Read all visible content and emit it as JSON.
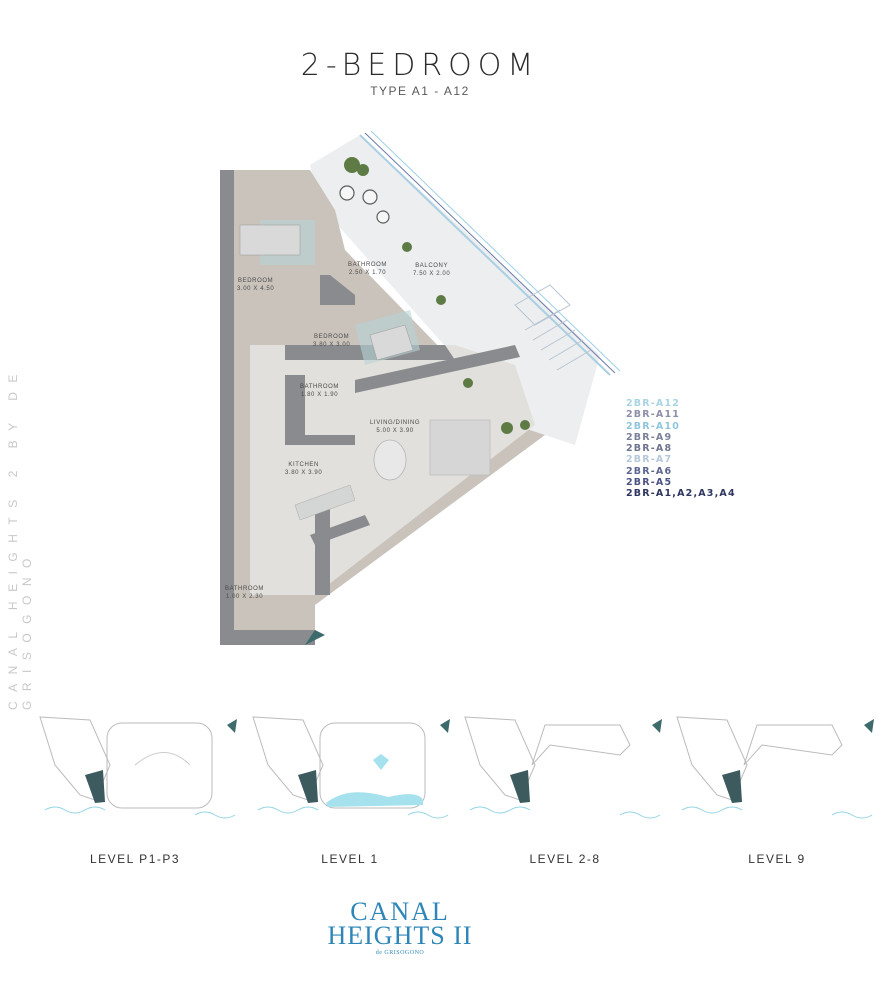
{
  "header": {
    "title": "2-BEDROOM",
    "subtitle": "TYPE A1 - A12"
  },
  "side_text": "CANAL HEIGHTS 2 BY DE GRISOGONO",
  "floor_plan": {
    "rooms": [
      {
        "name": "BEDROOM",
        "size": "3.00 X 4.50"
      },
      {
        "name": "BATHROOM",
        "size": "2.50 X 1.70"
      },
      {
        "name": "BALCONY",
        "size": "7.50 X 2.00"
      },
      {
        "name": "BEDROOM",
        "size": "3.80 X 3.00"
      },
      {
        "name": "BATHROOM",
        "size": "1.80 X 1.90"
      },
      {
        "name": "LIVING/DINING",
        "size": "5.00 X 3.90"
      },
      {
        "name": "KITCHEN",
        "size": "3.80 X 3.90"
      },
      {
        "name": "BATHROOM",
        "size": "1.00 X 2.30"
      }
    ],
    "compass_icon": "north-arrow-icon"
  },
  "legend": {
    "items": [
      {
        "label": "2BR-A12",
        "color": "#a9d4e4"
      },
      {
        "label": "2BR-A11",
        "color": "#8c8fa8"
      },
      {
        "label": "2BR-A10",
        "color": "#8fc6de"
      },
      {
        "label": "2BR-A9",
        "color": "#7b8099"
      },
      {
        "label": "2BR-A8",
        "color": "#6f7490"
      },
      {
        "label": "2BR-A7",
        "color": "#b5c8dc"
      },
      {
        "label": "2BR-A6",
        "color": "#5d6690"
      },
      {
        "label": "2BR-A5",
        "color": "#4a5384"
      },
      {
        "label": "2BR-A1,A2,A3,A4",
        "color": "#2d3560"
      }
    ]
  },
  "levels": [
    {
      "label": "LEVEL P1-P3"
    },
    {
      "label": "LEVEL 1"
    },
    {
      "label": "LEVEL 2-8"
    },
    {
      "label": "LEVEL 9"
    }
  ],
  "brand": {
    "line1": "CANAL",
    "line2": "HEIGHTS II",
    "line3": "de GRISOGONO"
  },
  "colors": {
    "wall": "#8a8b8e",
    "floor_wood": "#c9c3bb",
    "floor_light": "#e2e0dc",
    "balcony": "#eceeef",
    "highlight_unit": "#3d5a5e",
    "water": "#8fd3e3",
    "brand": "#2e86b8"
  }
}
